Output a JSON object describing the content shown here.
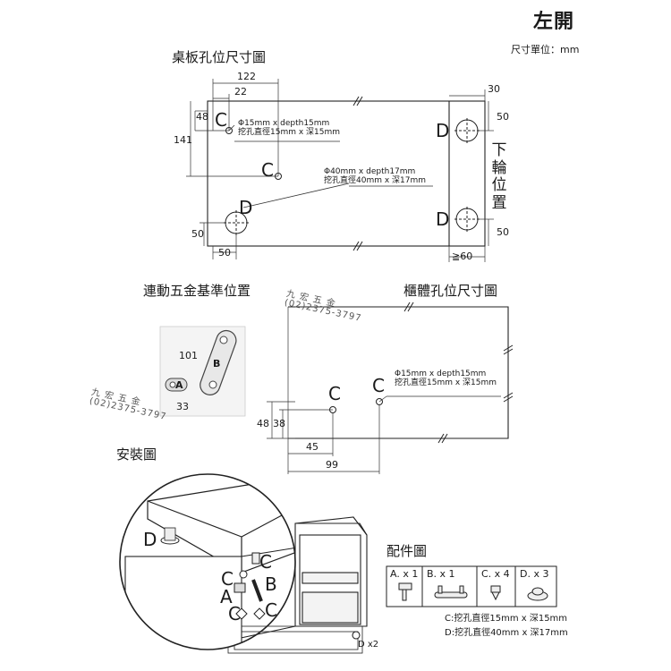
{
  "header": {
    "title": "左開",
    "unit": "尺寸單位：mm"
  },
  "top_diagram": {
    "title": "桌板孔位尺寸圖",
    "dims": {
      "d122": "122",
      "d22": "22",
      "d48": "48",
      "d141": "141",
      "d50_left": "50",
      "d50_bottom": "50",
      "d30": "30",
      "d50_right_top": "50",
      "d50_right_bottom": "50",
      "d60": "≧60"
    },
    "note_c": [
      "Φ15mm x depth15mm",
      "挖孔直徑15mm x 深15mm"
    ],
    "note_d": [
      "Φ40mm x depth17mm",
      "挖孔直徑40mm x 深17mm"
    ],
    "marks": {
      "c1": "C",
      "c2": "C",
      "d1": "D",
      "d2": "D",
      "d3": "D"
    },
    "wheel_label": "下輪位置"
  },
  "hardware_panel": {
    "title": "連動五金基準位置",
    "label_101": "101",
    "label_33": "33",
    "mark_a": "A",
    "mark_b": "B"
  },
  "stamp": {
    "line1": "九 宏 五 金",
    "line2": "(02)2375-3797"
  },
  "cabinet_diagram": {
    "title": "櫃體孔位尺寸圖",
    "note_c": [
      "Φ15mm x depth15mm",
      "挖孔直徑15mm x 深15mm"
    ],
    "marks": {
      "c1": "C",
      "c2": "C"
    },
    "dims": {
      "d48": "48",
      "d38": "38",
      "d45": "45",
      "d99": "99"
    }
  },
  "install": {
    "title": "安裝圖",
    "marks": {
      "d": "D",
      "c_top": "C",
      "c_left": "C",
      "b": "B",
      "a": "A",
      "c_bl": "C",
      "c_br": "C"
    },
    "d_x2": "D x2"
  },
  "parts": {
    "title": "配件圖",
    "items": [
      {
        "label": "A. x 1"
      },
      {
        "label": "B. x 1"
      },
      {
        "label": "C. x 4"
      },
      {
        "label": "D. x 3"
      }
    ],
    "footnote_c": "C:挖孔直徑15mm x 深15mm",
    "footnote_d": "D:挖孔直徑40mm x 深17mm"
  }
}
